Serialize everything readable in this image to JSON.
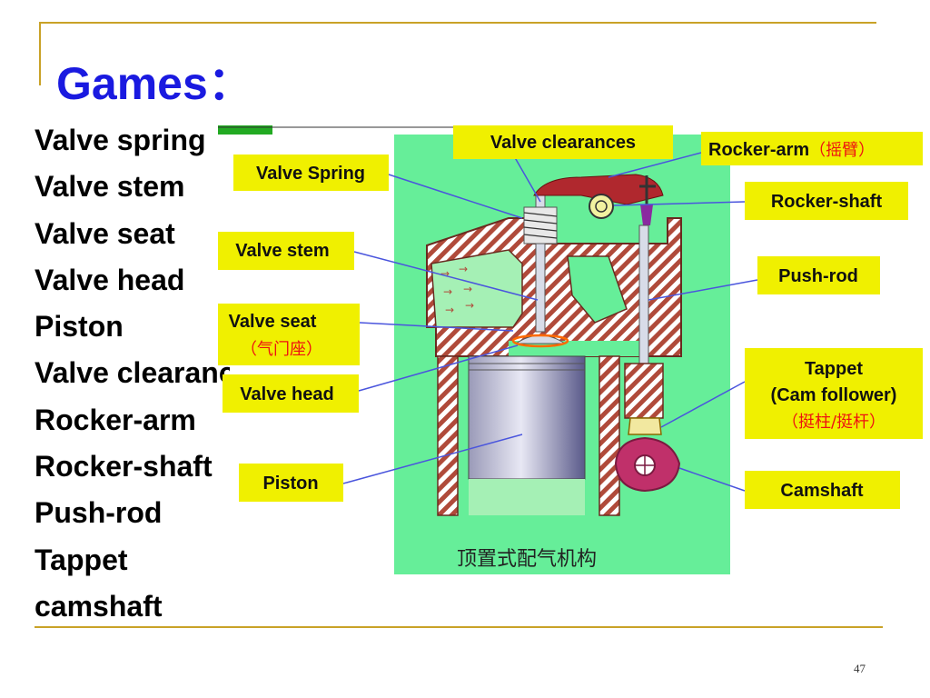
{
  "slide": {
    "title": "Games：",
    "terms": [
      "Valve spring",
      "Valve stem",
      "Valve seat",
      "Valve head",
      "Piston",
      "Valve clearances",
      "Rocker-arm",
      "Rocker-shaft",
      "Push-rod",
      "Tappet",
      "camshaft"
    ],
    "page_number": "47"
  },
  "diagram": {
    "caption": "顶置式配气机构",
    "labels": {
      "valve_spring": "Valve Spring",
      "valve_clearances": "Valve clearances",
      "rocker_arm": "Rocker-arm",
      "rocker_arm_cn": "（摇臂）",
      "rocker_shaft": "Rocker-shaft",
      "valve_stem": "Valve stem",
      "push_rod": "Push-rod",
      "valve_seat": "Valve seat",
      "valve_seat_cn": "（气门座）",
      "valve_head": "Valve head",
      "tappet": "Tappet",
      "tappet_sub": "(Cam follower)",
      "tappet_cn": "（挺柱/挺杆）",
      "piston": "Piston",
      "camshaft": "Camshaft"
    }
  },
  "colors": {
    "title": "#1a1ae0",
    "panel_bg": "#66ee99",
    "label_bg": "#f0f000",
    "chinese_text": "#ee1111",
    "leader_line": "#4a55dd",
    "accent_line": "#c9a227",
    "hatch": "#b04a3a",
    "rocker": "#b0282e"
  }
}
